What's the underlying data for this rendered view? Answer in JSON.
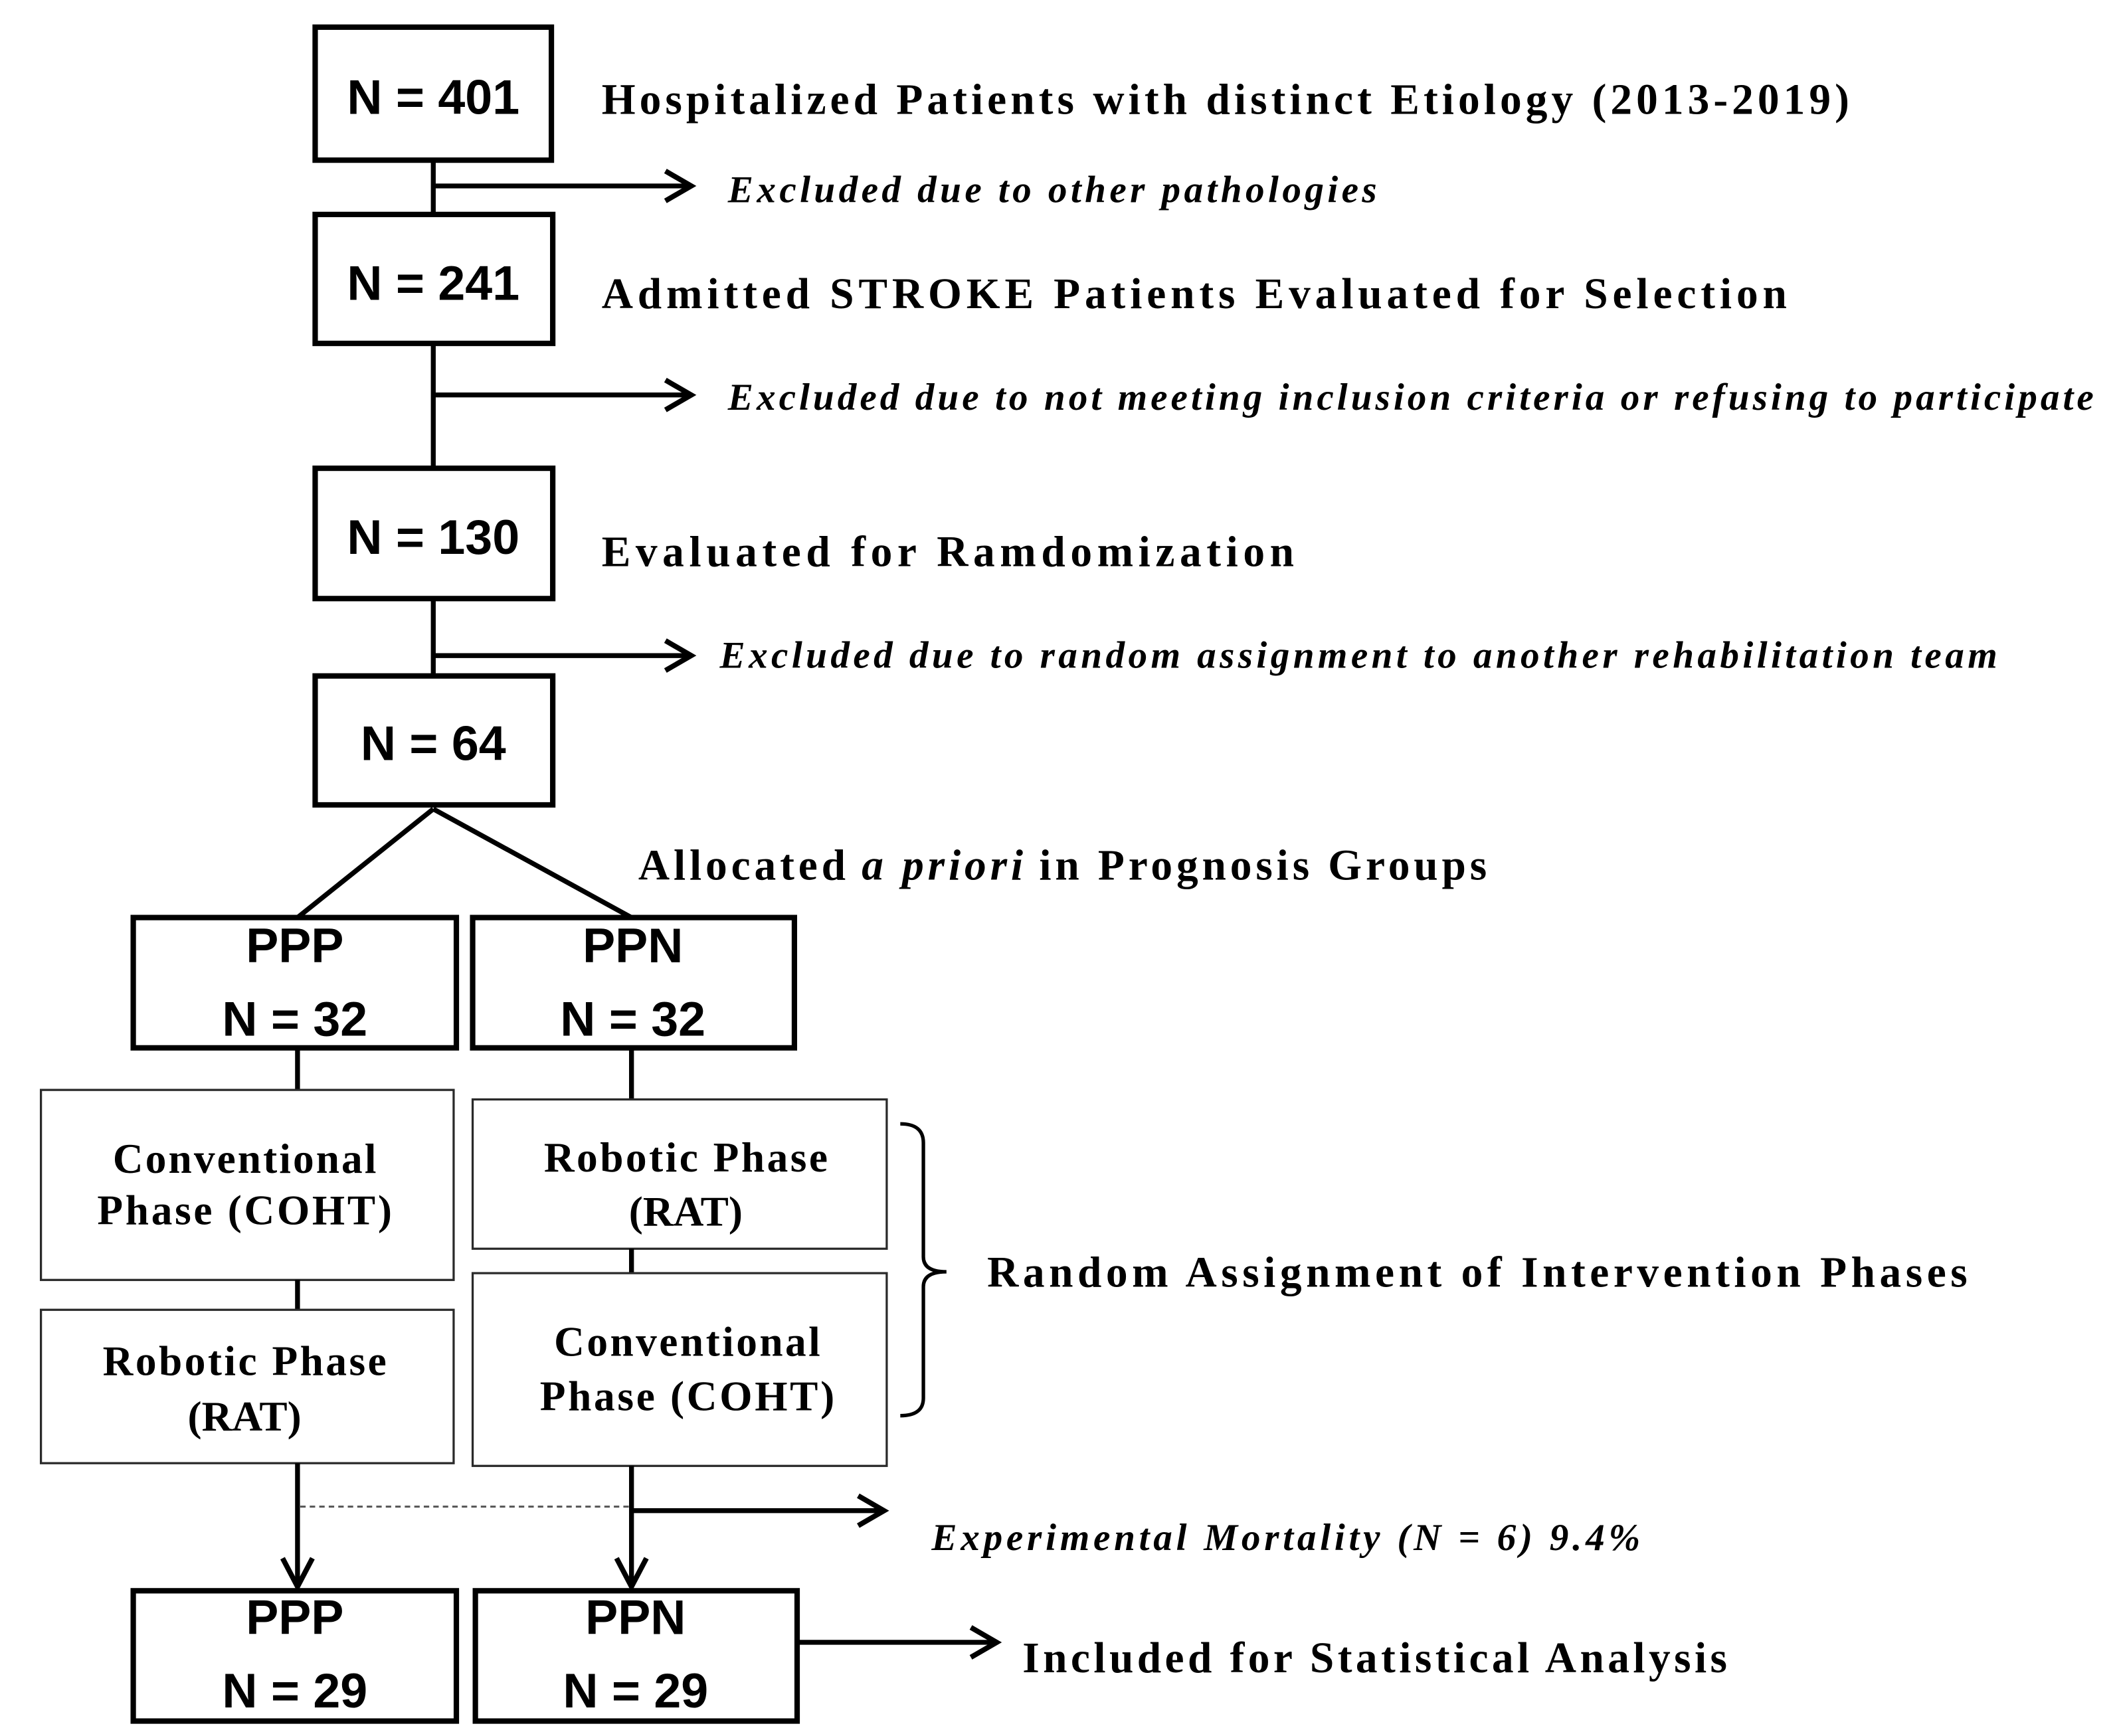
{
  "steps": [
    {
      "count": "N = 401",
      "label": "Hospitalized Patients with distinct Etiology (2013-2019)"
    },
    {
      "count": "N = 241",
      "label": "Admitted STROKE Patients Evaluated for Selection"
    },
    {
      "count": "N = 130",
      "label": "Evaluated for Ramdomization"
    },
    {
      "count": "N = 64"
    }
  ],
  "exclusions": [
    "Excluded due to other pathologies",
    "Excluded due to not meeting inclusion criteria or refusing to participate",
    "Excluded due to random assignment to another rehabilitation team"
  ],
  "allocation": {
    "prefix": "Allocated",
    "italic": "a priori",
    "suffix": "in Prognosis Groups"
  },
  "groups": {
    "ppp": {
      "name": "PPP",
      "initial": "N = 32",
      "final": "N = 29",
      "phases": [
        {
          "line1": "Conventional",
          "line2": "Phase (COHT)"
        },
        {
          "line1": "Robotic Phase",
          "line2": "(RAT)"
        }
      ]
    },
    "ppn": {
      "name": "PPN",
      "initial": "N = 32",
      "final": "N = 29",
      "phases": [
        {
          "line1": "Robotic Phase",
          "line2": "(RAT)"
        },
        {
          "line1": "Conventional",
          "line2": "Phase (COHT)"
        }
      ]
    }
  },
  "random_assignment": "Random Assignment of Intervention Phases",
  "mortality": "Experimental Mortality (N = 6) 9.4%",
  "included": "Included for Statistical Analysis"
}
